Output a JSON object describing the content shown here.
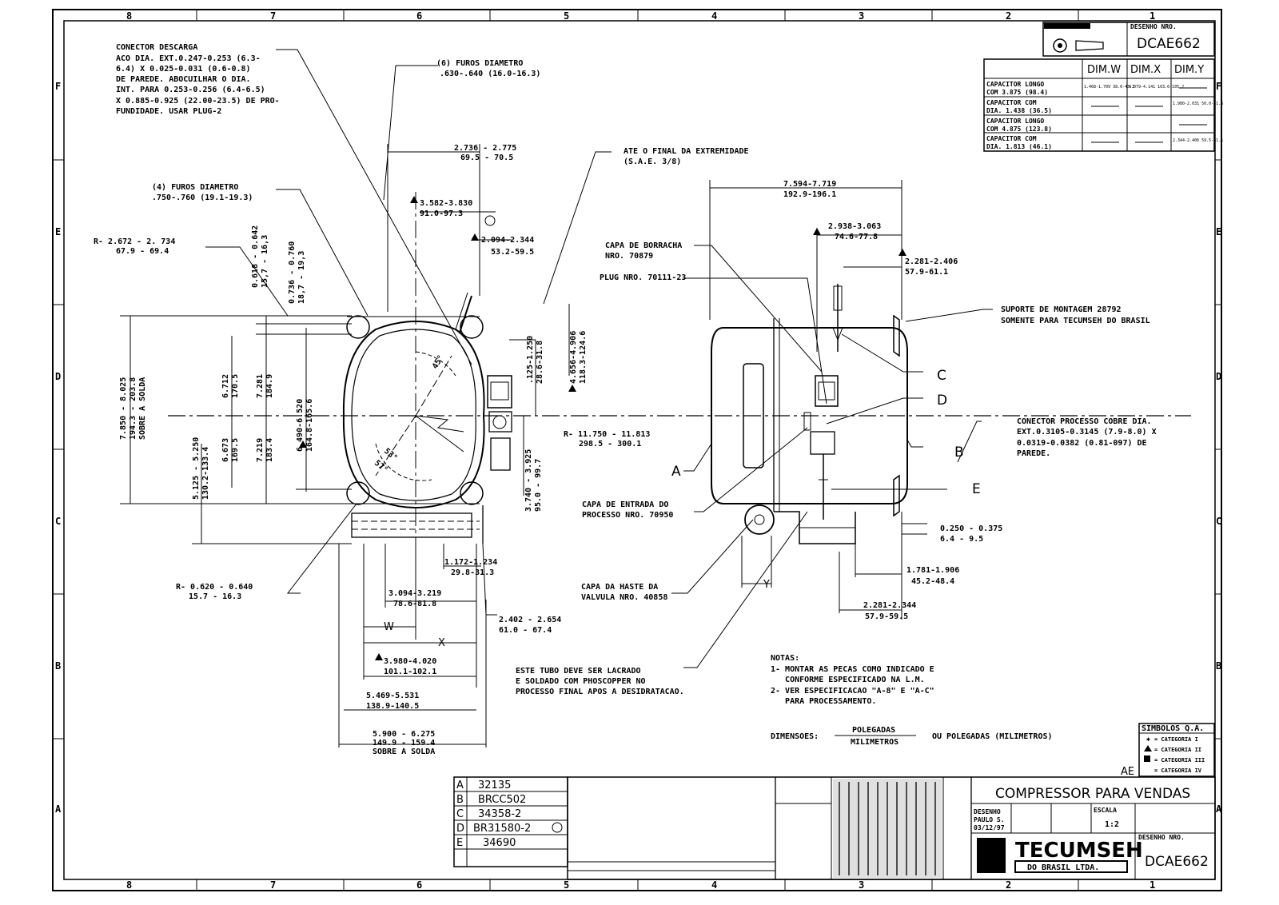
{
  "drawing": {
    "number": "DCAE662",
    "title": "COMPRESSOR PARA VENDAS",
    "company": "TECUMSEH",
    "company_sub": "DO BRASIL LTDA.",
    "designer": "PAULO S.",
    "date": "03/12/97",
    "scale_label": "ESCALA",
    "scale": "1:2",
    "mark": "AE",
    "drawing_no_label": "DESENHO NRO."
  },
  "grid": {
    "columns_top": [
      "8",
      "7",
      "6",
      "5",
      "4",
      "3",
      "2",
      "1"
    ],
    "columns_bottom": [
      "8",
      "7",
      "6",
      "5",
      "4",
      "3",
      "2",
      "1"
    ],
    "rows": [
      "F",
      "E",
      "D",
      "C",
      "B",
      "A"
    ]
  },
  "dim_table": {
    "headers": [
      "DIM.W",
      "DIM.X",
      "DIM.Y"
    ],
    "rows": [
      {
        "label1": "CAPACITOR LONGO",
        "label2": "COM 3.875 (98.4)",
        "w": "1.468-1.709 38.0-43.3",
        "x": "4.079-4.141 103.6-105.2",
        "y": ""
      },
      {
        "label1": "CAPACITOR COM",
        "label2": "DIA. 1.438 (36.5)",
        "w": "",
        "x": "",
        "y": "1.980-2.031 50.0-51.6"
      },
      {
        "label1": "CAPACITOR LONGO",
        "label2": "COM 4.875 (123.8)",
        "w": "",
        "x": "",
        "y": ""
      },
      {
        "label1": "CAPACITOR COM",
        "label2": "DIA. 1.813 (46.1)",
        "w": "",
        "x": "",
        "y": "2.344-2.406 59.5-61.1"
      }
    ]
  },
  "annotations": {
    "conector_descarga": [
      "CONECTOR DESCARGA",
      "ACO DIA. EXT.0.247-0.253 (6.3-",
      "6.4) X 0.025-0.031 (0.6-0.8)",
      "DE PAREDE. ABOCUILHAR O DIA.",
      "INT. PARA 0.253-0.256 (6.4-6.5)",
      "X 0.885-0.925 (22.00-23.5) DE PRO-",
      "FUNDIDADE. USAR PLUG-2"
    ],
    "furos_6": [
      " (6) FUROS DIAMETRO",
      ".630-.640 (16.0-16.3)"
    ],
    "furos_4": [
      "(4) FUROS DIAMETRO",
      ".750-.760 (19.1-19.3)"
    ],
    "ate_final": [
      "ATE O FINAL DA EXTREMIDADE",
      "(S.A.E. 3/8)"
    ],
    "capa_borracha": [
      "CAPA DE BORRACHA",
      "NRO. 70879"
    ],
    "plug": "PLUG NRO. 70111-23",
    "suporte": [
      "SUPORTE DE MONTAGEM 28792",
      "SOMENTE PARA TECUMSEH DO BRASIL"
    ],
    "conector_processo": [
      "CONECTOR PROCESSO COBRE DIA.",
      "EXT.0.3105-0.3145 (7.9-8.0) X",
      "0.0319-0.0382 (0.81-097) DE",
      "PAREDE."
    ],
    "capa_entrada": [
      "CAPA DE ENTRADA DO",
      "PROCESSO NRO. 70950"
    ],
    "capa_haste": [
      "CAPA DA HASTE DA",
      "VALVULA NRO. 40858"
    ],
    "tubo": [
      "ESTE TUBO DEVE SER LACRADO",
      "E SOLDADO COM PHOSCOPPER NO",
      "PROCESSO FINAL APOS A DESIDRATACAO."
    ],
    "notas": [
      "NOTAS:",
      "1- MONTAR AS PECAS COMO INDICADO E",
      "   CONFORME ESPECIFICADO NA L.M.",
      "2- VER ESPECIFICACAO \"A-8\" E \"A-C\"",
      "   PARA PROCESSAMENTO."
    ],
    "dimensoes_label": "DIMENSOES:",
    "dimensoes_num": "POLEGADAS",
    "dimensoes_den": "MILIMETROS",
    "dimensoes_suffix": "OU POLEGADAS (MILIMETROS)"
  },
  "dimensions": {
    "d_2736": [
      "2.736 - 2.775",
      "69.5 - 70.5"
    ],
    "d_3582": [
      "3.582-3.830",
      "91.0-97.3"
    ],
    "d_2094": [
      "2.094-2.344",
      "53.2-59.5"
    ],
    "d_r2672": [
      "R- 2.672 - 2. 734",
      "67.9 - 69.4"
    ],
    "d_0618": [
      "0.618 - 0.642",
      "15,7 - 16,3"
    ],
    "d_0736": [
      "0.736 - 0.760",
      "18,7 - 19,3"
    ],
    "d_7850": [
      "7.850 - 8.025",
      "194.3 - 203.8",
      "SOBRE A SOLDA"
    ],
    "d_6712": [
      "6.712",
      "170.5"
    ],
    "d_7281": [
      "7.281",
      "184.9"
    ],
    "d_6673": [
      "6.673",
      "169.5"
    ],
    "d_7219": [
      "7.219",
      "183.4"
    ],
    "d_6490": [
      "6.490-6.520",
      "164.8-165.6"
    ],
    "d_5125": [
      "5.125 - 5.250",
      "130.2-133.4"
    ],
    "d_125": [
      ".125-1.250",
      "28.6-31.8"
    ],
    "d_4656": [
      "4.656-4.906",
      "118.3-124.6"
    ],
    "d_r11750": [
      "R- 11.750 - 11.813",
      "298.5 - 300.1"
    ],
    "d_3740": [
      "3.740 - 3.925",
      "95.0 - 99.7"
    ],
    "d_1172": [
      "1.172-1.234",
      "29.8-31.3"
    ],
    "d_3094": [
      "3.094-3.219",
      "78.6-81.8"
    ],
    "d_2402": [
      "2.402 - 2.654",
      "61.0 - 67.4"
    ],
    "d_r0620": [
      "R- 0.620 - 0.640",
      "15.7 - 16.3"
    ],
    "d_3980": [
      "3.980-4.020",
      "101.1-102.1"
    ],
    "d_5469": [
      "5.469-5.531",
      "138.9-140.5"
    ],
    "d_5900": [
      "5.900 - 6.275",
      "149.9 - 159.4",
      "SOBRE A SOLDA"
    ],
    "d_7594": [
      "7.594-7.719",
      "192.9-196.1"
    ],
    "d_2938": [
      "2.938-3.063",
      "74.6-77.8"
    ],
    "d_2281a": [
      "2.281-2.406",
      "57.9-61.1"
    ],
    "d_0250": [
      "0.250 - 0.375",
      "6.4 - 9.5"
    ],
    "d_1781": [
      "1.781-1.906",
      "45.2-48.4"
    ],
    "d_2281b": [
      "2.281-2.344",
      "57.9-59.5"
    ],
    "angles": [
      "45°",
      "53°",
      "57°"
    ],
    "w": "W",
    "x": "X",
    "y": "Y"
  },
  "callouts": [
    "A",
    "B",
    "C",
    "D",
    "E"
  ],
  "revisions": [
    {
      "code": "A",
      "value": "32135"
    },
    {
      "code": "B",
      "value": "BRCC502"
    },
    {
      "code": "C",
      "value": "34358-2"
    },
    {
      "code": "D",
      "value": "BR31580-2"
    },
    {
      "code": "E",
      "value": "34690"
    }
  ],
  "symbols": {
    "title": "SIMBOLOS Q.A.",
    "items": [
      "= CATEGORIA I",
      "= CATEGORIA II",
      "= CATEGORIA III",
      "= CATEGORIA IV"
    ]
  }
}
